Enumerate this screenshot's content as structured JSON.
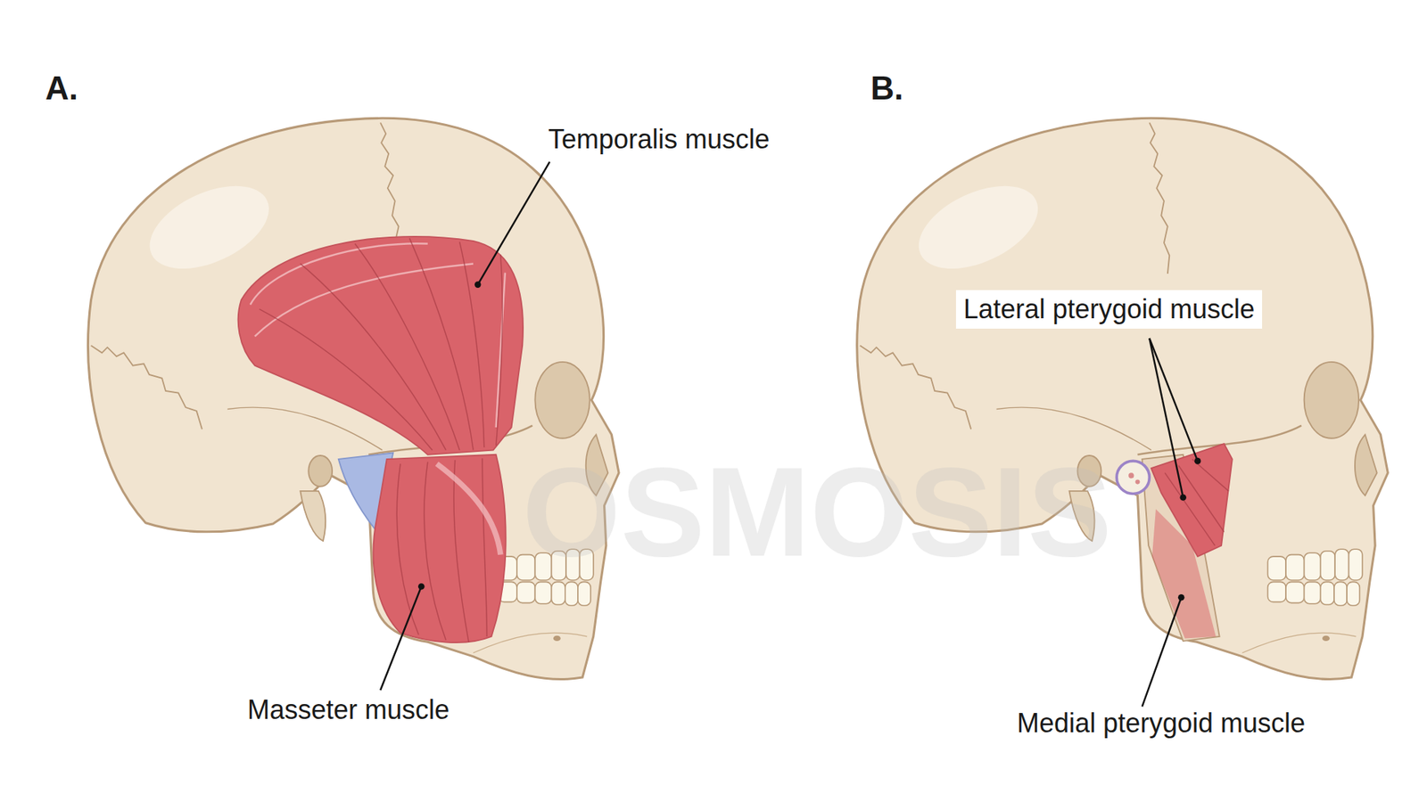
{
  "diagram": {
    "labels": [
      "A.",
      "B.",
      "Temporalis muscle",
      "Masseter muscle",
      "Lateral pterygoid muscle",
      "Medial pterygoid muscle",
      "OSMOSIS"
    ]
  }
}
